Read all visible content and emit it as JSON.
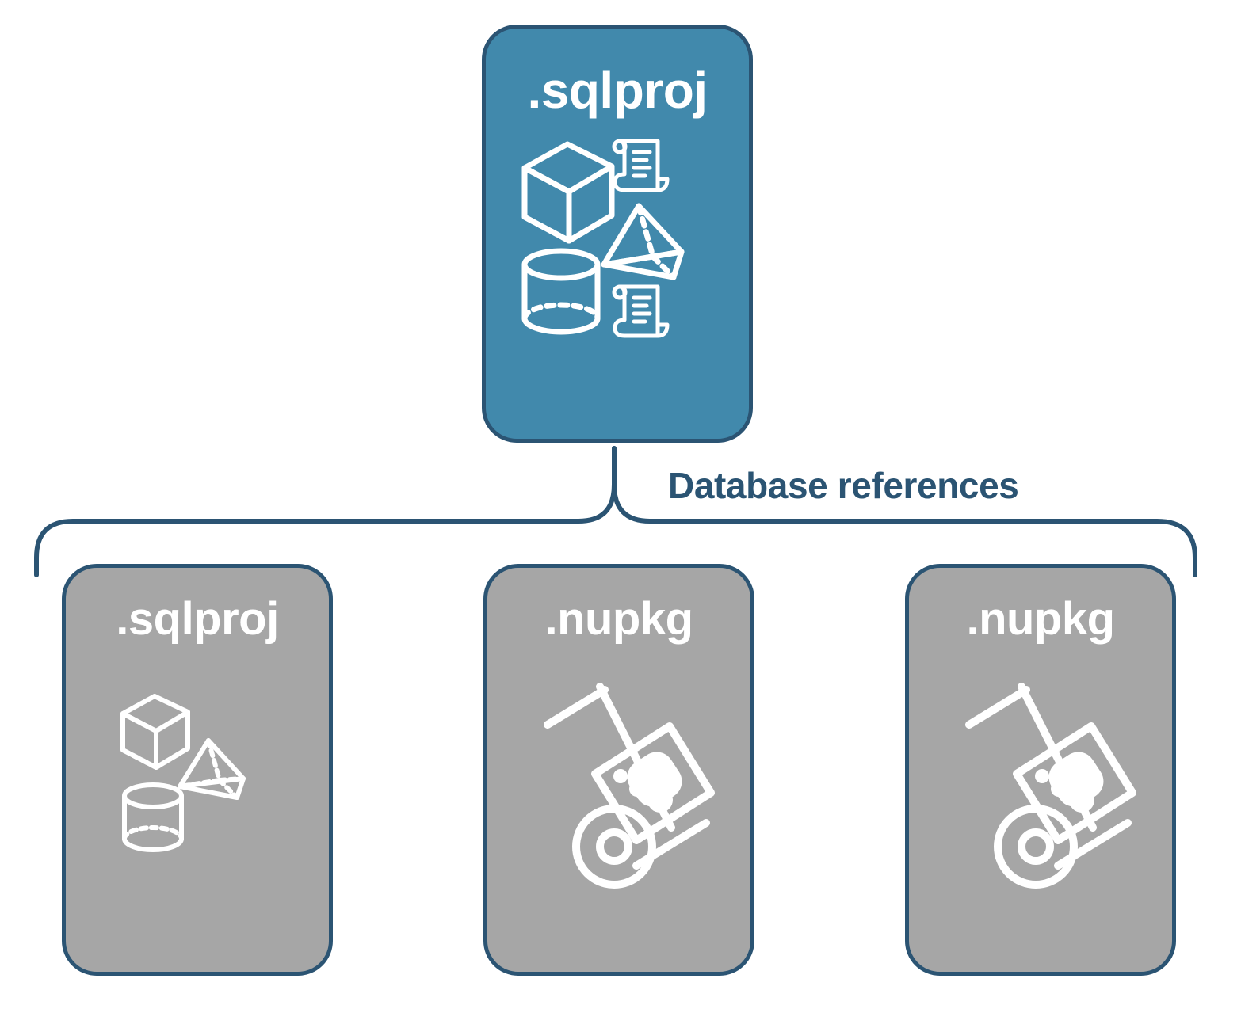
{
  "diagram": {
    "title": "SQL project database references diagram",
    "colors": {
      "primary_fill": "#4189ac",
      "secondary_fill": "#a6a6a6",
      "stroke": "#2b5473",
      "label_text": "#2b5473",
      "card_text": "#ffffff",
      "background": "#ffffff"
    },
    "connector": {
      "label": "Database references",
      "shape": "curly-brace",
      "direction": "one-to-many"
    },
    "parent": {
      "label": ".sqlproj",
      "fill": "primary",
      "icons": [
        "cube-icon",
        "scroll-icon",
        "pyramid-icon",
        "cylinder-icon",
        "scroll-icon"
      ]
    },
    "children": [
      {
        "label": ".sqlproj",
        "fill": "secondary",
        "icons": [
          "cube-icon",
          "pyramid-icon",
          "cylinder-icon"
        ]
      },
      {
        "label": ".nupkg",
        "fill": "secondary",
        "icons": [
          "hand-truck-package-icon"
        ]
      },
      {
        "label": ".nupkg",
        "fill": "secondary",
        "icons": [
          "hand-truck-package-icon"
        ]
      }
    ]
  }
}
